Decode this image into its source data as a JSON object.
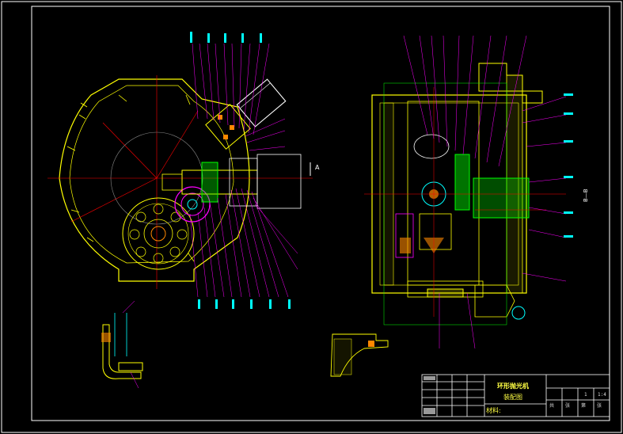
{
  "drawing": {
    "title": "环形抛光机",
    "subtitle": "装配图",
    "material_label": "材料:",
    "scale_cells": [
      "1",
      "1:4"
    ],
    "sign_row": [
      "共",
      "张",
      "第",
      "张"
    ]
  },
  "views": {
    "left": {
      "section_mark": "A"
    },
    "right": {
      "section_label": "B—B"
    }
  },
  "colors": {
    "background": "#000000",
    "frame": "#ffffff",
    "outline": "#ffff00",
    "leader": "#ff00ff",
    "centerline": "#ff0000",
    "detail": "#00ffff",
    "accent": "#00ff00",
    "highlight": "#ff8c00"
  }
}
